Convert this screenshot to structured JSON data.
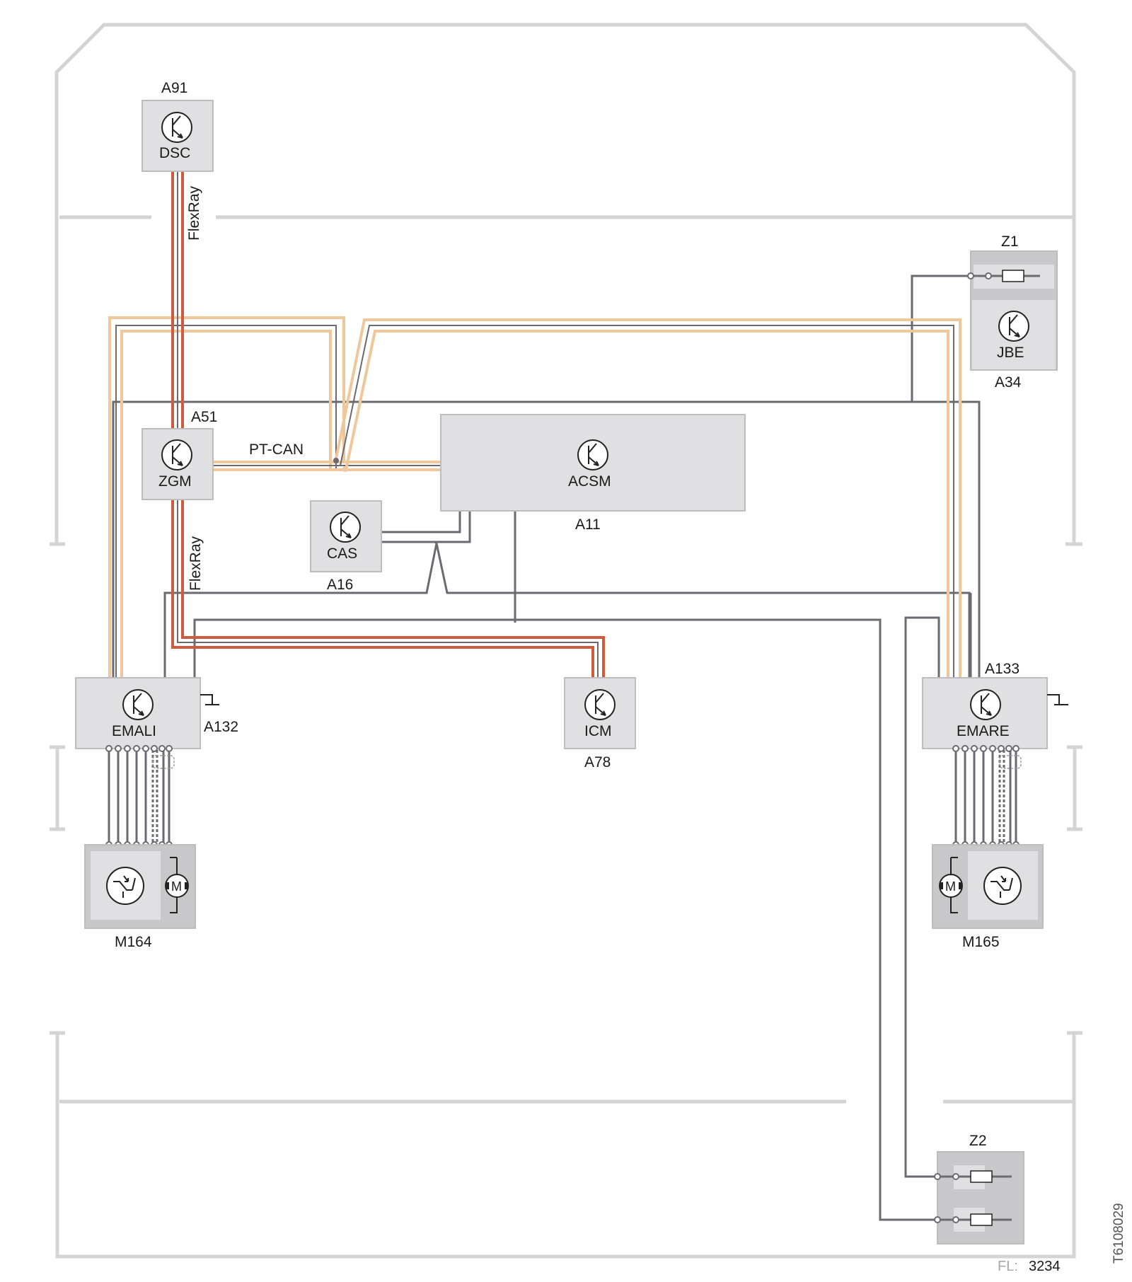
{
  "colors": {
    "background": "#ffffff",
    "outline": "#d4d4d4",
    "module_fill": "#e0e0e2",
    "module_stroke": "#bdbdbd",
    "zone_fill": "#c8c8cb",
    "wire": "#6a6a70",
    "flexray": "#cf5a3e",
    "ptcan": "#f0c79a"
  },
  "modules": {
    "dsc": {
      "id": "A91",
      "name": "DSC",
      "icon": "transistor-icon"
    },
    "zgm": {
      "id": "A51",
      "name": "ZGM",
      "icon": "transistor-icon"
    },
    "acsm": {
      "id": "A11",
      "name": "ACSM",
      "icon": "transistor-icon"
    },
    "cas": {
      "id": "A16",
      "name": "CAS",
      "icon": "transistor-icon"
    },
    "jbe": {
      "id": "A34",
      "name": "JBE",
      "icon": "transistor-icon"
    },
    "emali": {
      "id": "A132",
      "name": "EMALI",
      "icon": "transistor-icon"
    },
    "emare": {
      "id": "A133",
      "name": "EMARE",
      "icon": "transistor-icon"
    },
    "icm": {
      "id": "A78",
      "name": "ICM",
      "icon": "transistor-icon"
    },
    "m164": {
      "id": "M164",
      "motor_label": "M",
      "icon": "motor-icon"
    },
    "m165": {
      "id": "M165",
      "motor_label": "M",
      "icon": "motor-icon"
    },
    "z1": {
      "id": "Z1",
      "icon": "fuse-icon"
    },
    "z2": {
      "id": "Z2",
      "icon": "fuse-icon"
    }
  },
  "buses": {
    "flexray_upper": "FlexRay",
    "flexray_lower": "FlexRay",
    "ptcan": "PT-CAN"
  },
  "footer": {
    "fl_prefix": "FL:",
    "fl_value": "3234",
    "doc_id": "T6108029"
  }
}
